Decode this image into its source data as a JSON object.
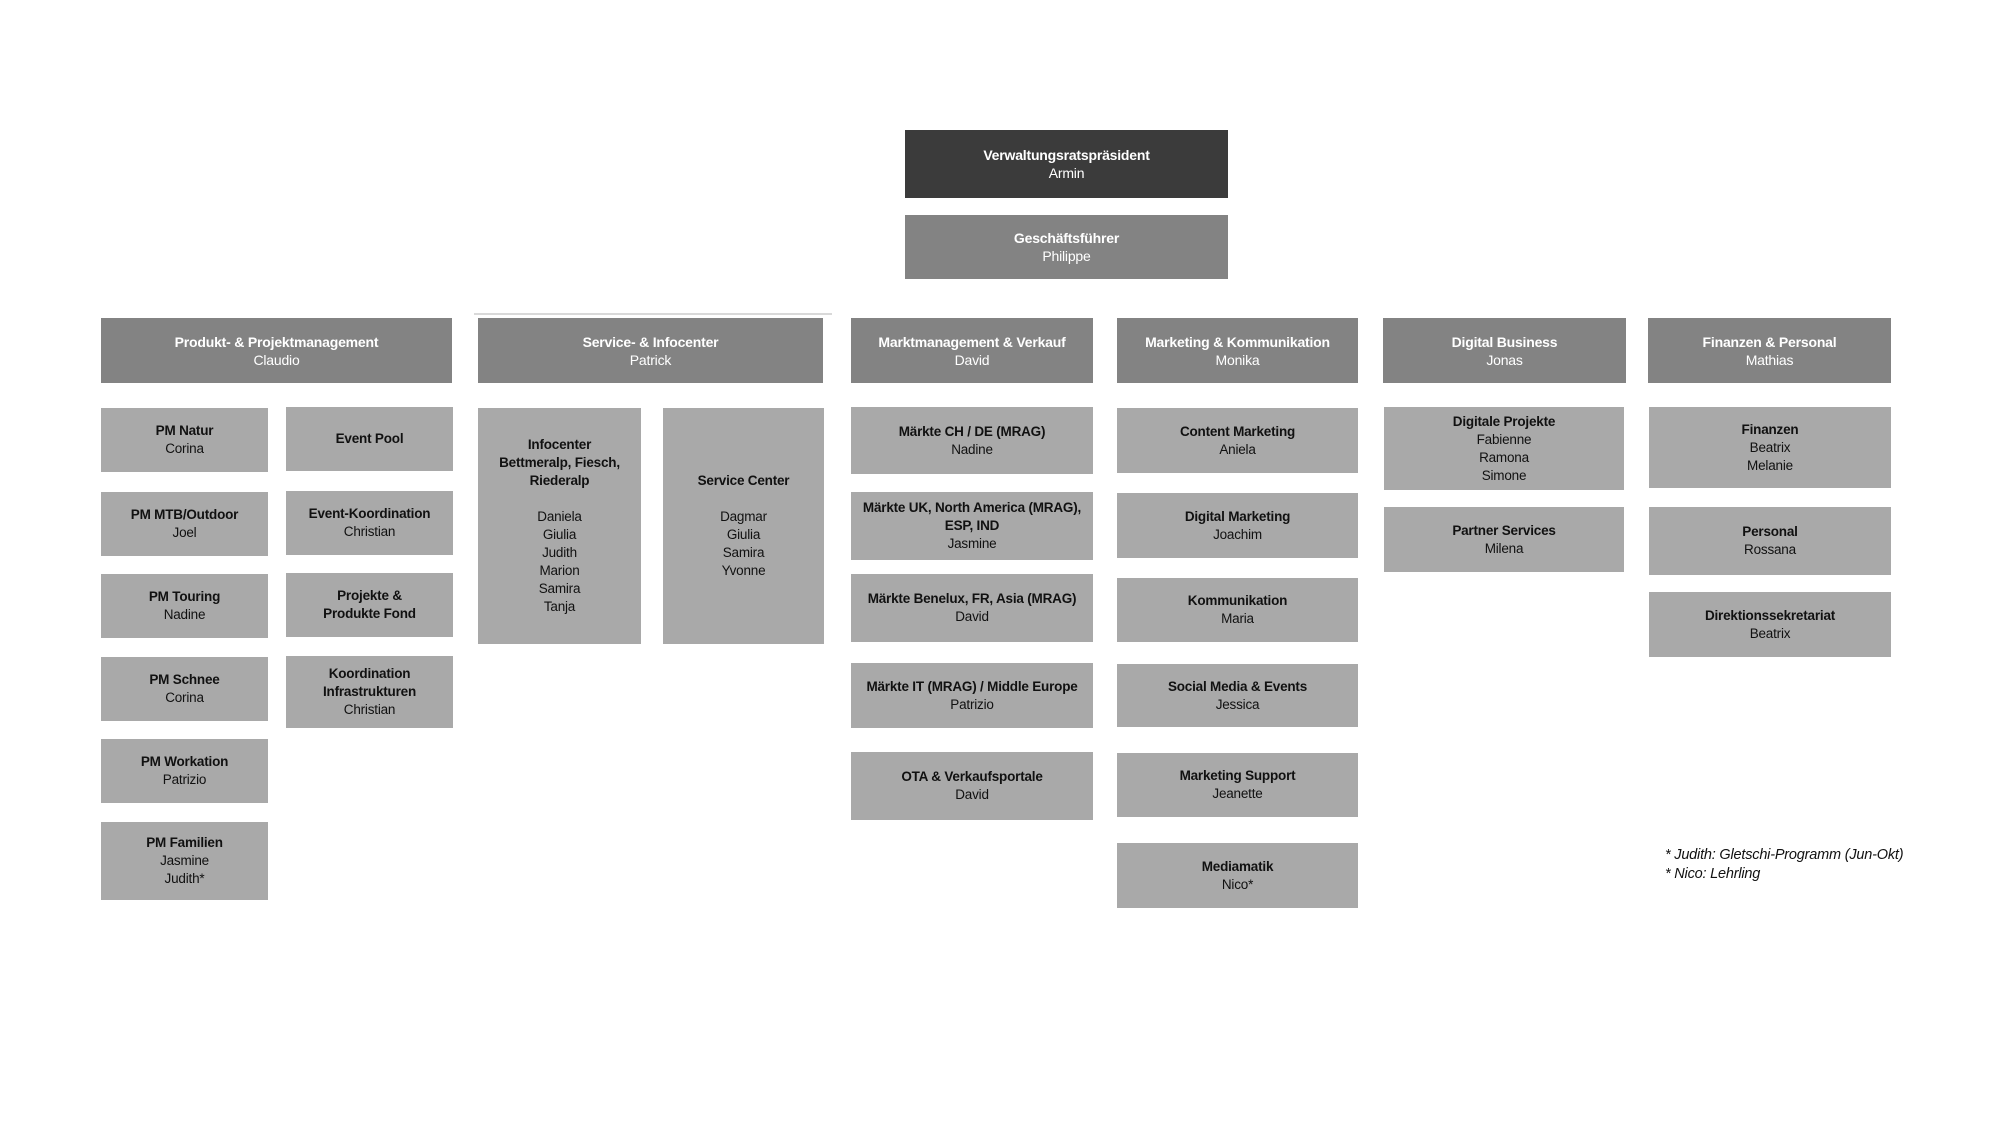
{
  "colors": {
    "level1_fill": "#3b3b3b",
    "level2_fill": "#838383",
    "sub_fill": "#a9a9a9",
    "header_text": "#ffffff",
    "sub_text": "#111111"
  },
  "root": {
    "title": "Verwaltungsratspräsident",
    "name": "Armin"
  },
  "ceo": {
    "title": "Geschäftsführer",
    "name": "Philippe"
  },
  "columns": [
    {
      "header": {
        "title": "Produkt- & Projektmanagement",
        "name": "Claudio"
      },
      "left": [
        {
          "title": "PM Natur",
          "names": [
            "Corina"
          ]
        },
        {
          "title": "PM MTB/Outdoor",
          "names": [
            "Joel"
          ]
        },
        {
          "title": "PM Touring",
          "names": [
            "Nadine"
          ]
        },
        {
          "title": "PM Schnee",
          "names": [
            "Corina"
          ]
        },
        {
          "title": "PM Workation",
          "names": [
            "Patrizio"
          ]
        },
        {
          "title": "PM Familien",
          "names": [
            "Jasmine",
            "Judith*"
          ]
        }
      ],
      "right": [
        {
          "title": "Event Pool",
          "names": []
        },
        {
          "title": "Event-Koordination",
          "names": [
            "Christian"
          ]
        },
        {
          "title": "Projekte &\nProdukte Fond",
          "names": []
        },
        {
          "title": "Koordination\nInfrastrukturen",
          "names": [
            "Christian"
          ]
        }
      ]
    },
    {
      "header": {
        "title": "Service- & Infocenter",
        "name": "Patrick"
      },
      "items": [
        {
          "title": "Infocenter\nBettmeralp, Fiesch,\nRiederalp",
          "names": [
            "Daniela",
            "Giulia",
            "Judith",
            "Marion",
            "Samira",
            "Tanja"
          ]
        },
        {
          "title": "Service Center",
          "names": [
            "Dagmar",
            "Giulia",
            "Samira",
            "Yvonne"
          ]
        }
      ]
    },
    {
      "header": {
        "title": "Marktmanagement & Verkauf",
        "name": "David"
      },
      "items": [
        {
          "title": "Märkte CH / DE (MRAG)",
          "names": [
            "Nadine"
          ]
        },
        {
          "title": "Märkte UK, North America (MRAG),\nESP, IND",
          "names": [
            "Jasmine"
          ]
        },
        {
          "title": "Märkte  Benelux, FR, Asia (MRAG)",
          "names": [
            "David"
          ]
        },
        {
          "title": "Märkte IT (MRAG) / Middle Europe",
          "names": [
            "Patrizio"
          ]
        },
        {
          "title": "OTA & Verkaufsportale",
          "names": [
            "David"
          ]
        }
      ]
    },
    {
      "header": {
        "title": "Marketing & Kommunikation",
        "name": "Monika"
      },
      "items": [
        {
          "title": "Content Marketing",
          "names": [
            "Aniela"
          ]
        },
        {
          "title": "Digital Marketing",
          "names": [
            "Joachim"
          ]
        },
        {
          "title": "Kommunikation",
          "names": [
            "Maria"
          ]
        },
        {
          "title": "Social Media & Events",
          "names": [
            "Jessica"
          ]
        },
        {
          "title": "Marketing Support",
          "names": [
            "Jeanette"
          ]
        },
        {
          "title": "Mediamatik",
          "names": [
            "Nico*"
          ]
        }
      ]
    },
    {
      "header": {
        "title": "Digital Business",
        "name": "Jonas"
      },
      "items": [
        {
          "title": "Digitale Projekte",
          "names": [
            "Fabienne",
            "Ramona",
            "Simone"
          ]
        },
        {
          "title": "Partner Services",
          "names": [
            "Milena"
          ]
        }
      ]
    },
    {
      "header": {
        "title": "Finanzen & Personal",
        "name": "Mathias"
      },
      "items": [
        {
          "title": "Finanzen",
          "names": [
            "Beatrix",
            "Melanie"
          ]
        },
        {
          "title": "Personal",
          "names": [
            "Rossana"
          ]
        },
        {
          "title": "Direktionssekretariat",
          "names": [
            "Beatrix"
          ]
        }
      ]
    }
  ],
  "footnotes": [
    "* Judith: Gletschi-Programm (Jun-Okt)",
    "* Nico: Lehrling"
  ]
}
